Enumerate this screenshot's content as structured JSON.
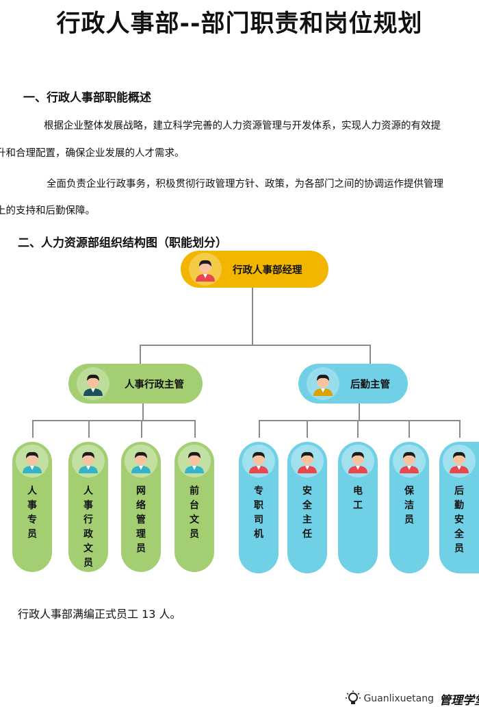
{
  "title": "行政人事部--部门职责和岗位规划",
  "section1": {
    "heading": "一、行政人事部职能概述",
    "p1_line1": "根据企业整体发展战略，建立科学完善的人力资源管理与开发体系，实现人力资源的有效提",
    "p1_line2": "升和合理配置，确保企业发展的人才需求。",
    "p2_line1": "全面负责企业行政事务，积极贯彻行政管理方针、政策，为各部门之间的协调运作提供管理",
    "p2_line2": "上的支持和后勤保障。"
  },
  "section2": {
    "heading": "二、人力资源部组织结构图（职能划分）"
  },
  "org": {
    "top": "行政人事部经理",
    "left_manager": "人事行政主管",
    "right_manager": "后勤主管",
    "left_staff": [
      "人事专员",
      "人事行政文员",
      "网络管理员",
      "前台文员"
    ],
    "right_staff": [
      "专职司机",
      "安全主任",
      "电工",
      "保洁员",
      "后勤安全员"
    ]
  },
  "colors": {
    "top": "#f2b600",
    "left_branch": "#a3cf72",
    "right_branch": "#6fd0e6"
  },
  "summary": "行政人事部满编正式员工 13 人。",
  "footer": {
    "brand_latin": "Guanlixuetang",
    "brand_cn": "管理学堂"
  }
}
